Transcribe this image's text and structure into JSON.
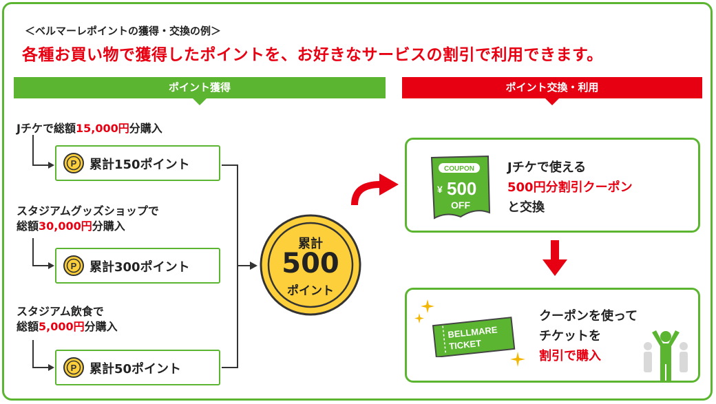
{
  "header": {
    "subtitle": "＜ベルマーレポイントの獲得・交換の例＞",
    "headline": "各種お買い物で獲得したポイントを、お好きなサービスの割引で利用できます。"
  },
  "bands": {
    "earn": "ポイント獲得",
    "exchange": "ポイント交換・利用"
  },
  "earn": {
    "items": [
      {
        "line1_pre": "Jチケで総額",
        "line1_amount": "15,000円",
        "line1_post": "分購入",
        "line2_pre": "",
        "line2_amount": "",
        "line2_post": "",
        "points": "累計150ポイント",
        "coin_letter": "P"
      },
      {
        "line1_pre": "スタジアムグッズショップで",
        "line1_amount": "",
        "line1_post": "",
        "line2_pre": "総額",
        "line2_amount": "30,000円",
        "line2_post": "分購入",
        "points": "累計300ポイント",
        "coin_letter": "P"
      },
      {
        "line1_pre": "スタジアム飲食で",
        "line1_amount": "",
        "line1_post": "",
        "line2_pre": "総額",
        "line2_amount": "5,000円",
        "line2_post": "分購入",
        "points": "累計50ポイント",
        "coin_letter": "P"
      }
    ]
  },
  "total": {
    "label_top": "累計",
    "value": "500",
    "label_bottom": "ポイント"
  },
  "exchange": {
    "coupon": {
      "top": "COUPON",
      "yen": "¥",
      "amount": "500",
      "off": "OFF"
    },
    "line1": "Jチケで使える",
    "line2": "500円分割引クーポン",
    "line3": "と交換"
  },
  "use": {
    "ticket_line1": "BELLMARE",
    "ticket_line2": "TICKET",
    "line1": "クーポンを使って",
    "line2": "チケットを",
    "line3_hi": "割引で購入"
  },
  "colors": {
    "green": "#5cb531",
    "red": "#e60012",
    "coin_yellow": "#fdd03b"
  },
  "icons": [
    "coin-p-icon",
    "coupon-icon",
    "ticket-icon",
    "sparkle-icon",
    "cheering-person-icon",
    "arrow-right-icon",
    "arrow-down-icon",
    "curved-arrow-icon"
  ]
}
